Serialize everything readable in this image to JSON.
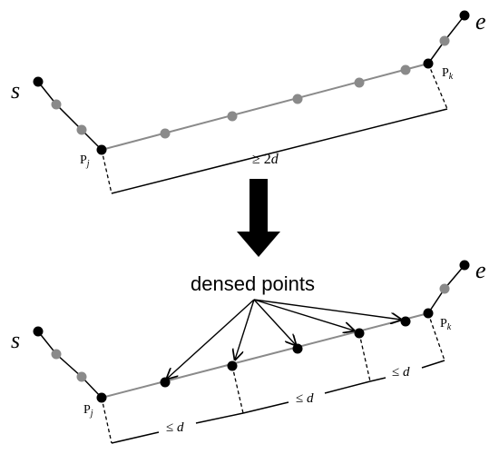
{
  "labels": {
    "start": "s",
    "end": "e",
    "pj": "P",
    "pj_sub": "j",
    "pk": "P",
    "pk_sub": "k",
    "threshold": "≥ 2",
    "d": "d",
    "le": "≤",
    "densed_points": "densed points"
  },
  "colors": {
    "original_point": "#000000",
    "intermediate_point": "#8a8a8a",
    "segment_line": "#8a8a8a",
    "arrow": "#000000"
  }
}
